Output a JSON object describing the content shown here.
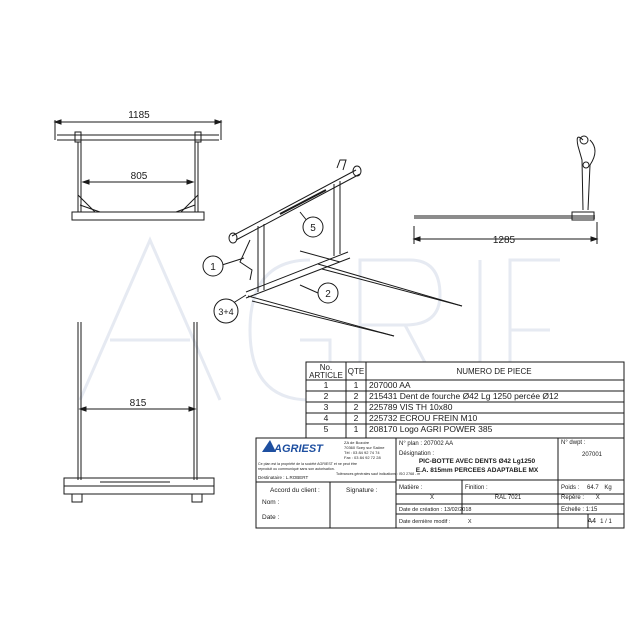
{
  "colors": {
    "line": "#1a1a1a",
    "brand_blue": "#1e4fa0",
    "watermark": "#eef1f6"
  },
  "dimensions": {
    "top_width": "1185",
    "top_inner": "805",
    "side_length": "1285",
    "front_width": "815"
  },
  "balloons": [
    "1",
    "2",
    "3+4",
    "5"
  ],
  "bom": {
    "headers": {
      "no": "No.\nARTICLE",
      "qty": "QTE",
      "name": "NUMERO DE PIECE"
    },
    "rows": [
      {
        "no": "1",
        "qty": "1",
        "name": "207000 AA"
      },
      {
        "no": "2",
        "qty": "2",
        "name": "215431 Dent de fourche Ø42 Lg 1250 percée Ø12"
      },
      {
        "no": "3",
        "qty": "2",
        "name": "225789 VIS TH 10x80"
      },
      {
        "no": "4",
        "qty": "2",
        "name": "225732 ECROU FREIN M10"
      },
      {
        "no": "5",
        "qty": "1",
        "name": "208170 Logo AGRI POWER 385"
      }
    ]
  },
  "title_block": {
    "logo": "AGRIEST",
    "address": [
      "ZA de Bozoire",
      "70360 Scey sur Saône",
      "Tél : 03 84 92 74 74",
      "Fax : 03 84 92 72 28"
    ],
    "confidential": "Ce plan est la propriété de la société AGRIEST et ne peut être reproduit ou communiqué sans son autorisation.",
    "tolerances": "Tolérances générales sauf indications : ISO 2768 - m",
    "destinataire_label": "Destinataire : ",
    "destinataire_value": "L.ROBERT",
    "accord_label": "Accord du client :",
    "signature_label": "Signature :",
    "nom_label": "Nom :",
    "date_label": "Date :",
    "plan_no_label": "N° plan :",
    "plan_no_value": "207002 AA",
    "designation_label": "Désignation :",
    "designation_line1": "PIC-BOTTE AVEC DENTS Ø42 Lg1250",
    "designation_line2": "E.A. 815mm PERCEES ADAPTABLE MX",
    "dwpt_label": "N° dwpt :",
    "dwpt_value": "207001",
    "matiere_label": "Matière :",
    "matiere_value": "X",
    "finition_label": "Finition :",
    "finition_value": "RAL 7021",
    "poids_label": "Poids :",
    "poids_value": "64.7",
    "poids_unit": "Kg",
    "repere_label": "Repère :",
    "repere_value": "X",
    "creation_label": "Date de création :",
    "creation_value": "13/02/2018",
    "echelle_label": "Echelle :",
    "echelle_value": "1:15",
    "modif_label": "Date dernière modif :",
    "modif_value": "X",
    "format": "A4",
    "page": "1 / 1"
  }
}
